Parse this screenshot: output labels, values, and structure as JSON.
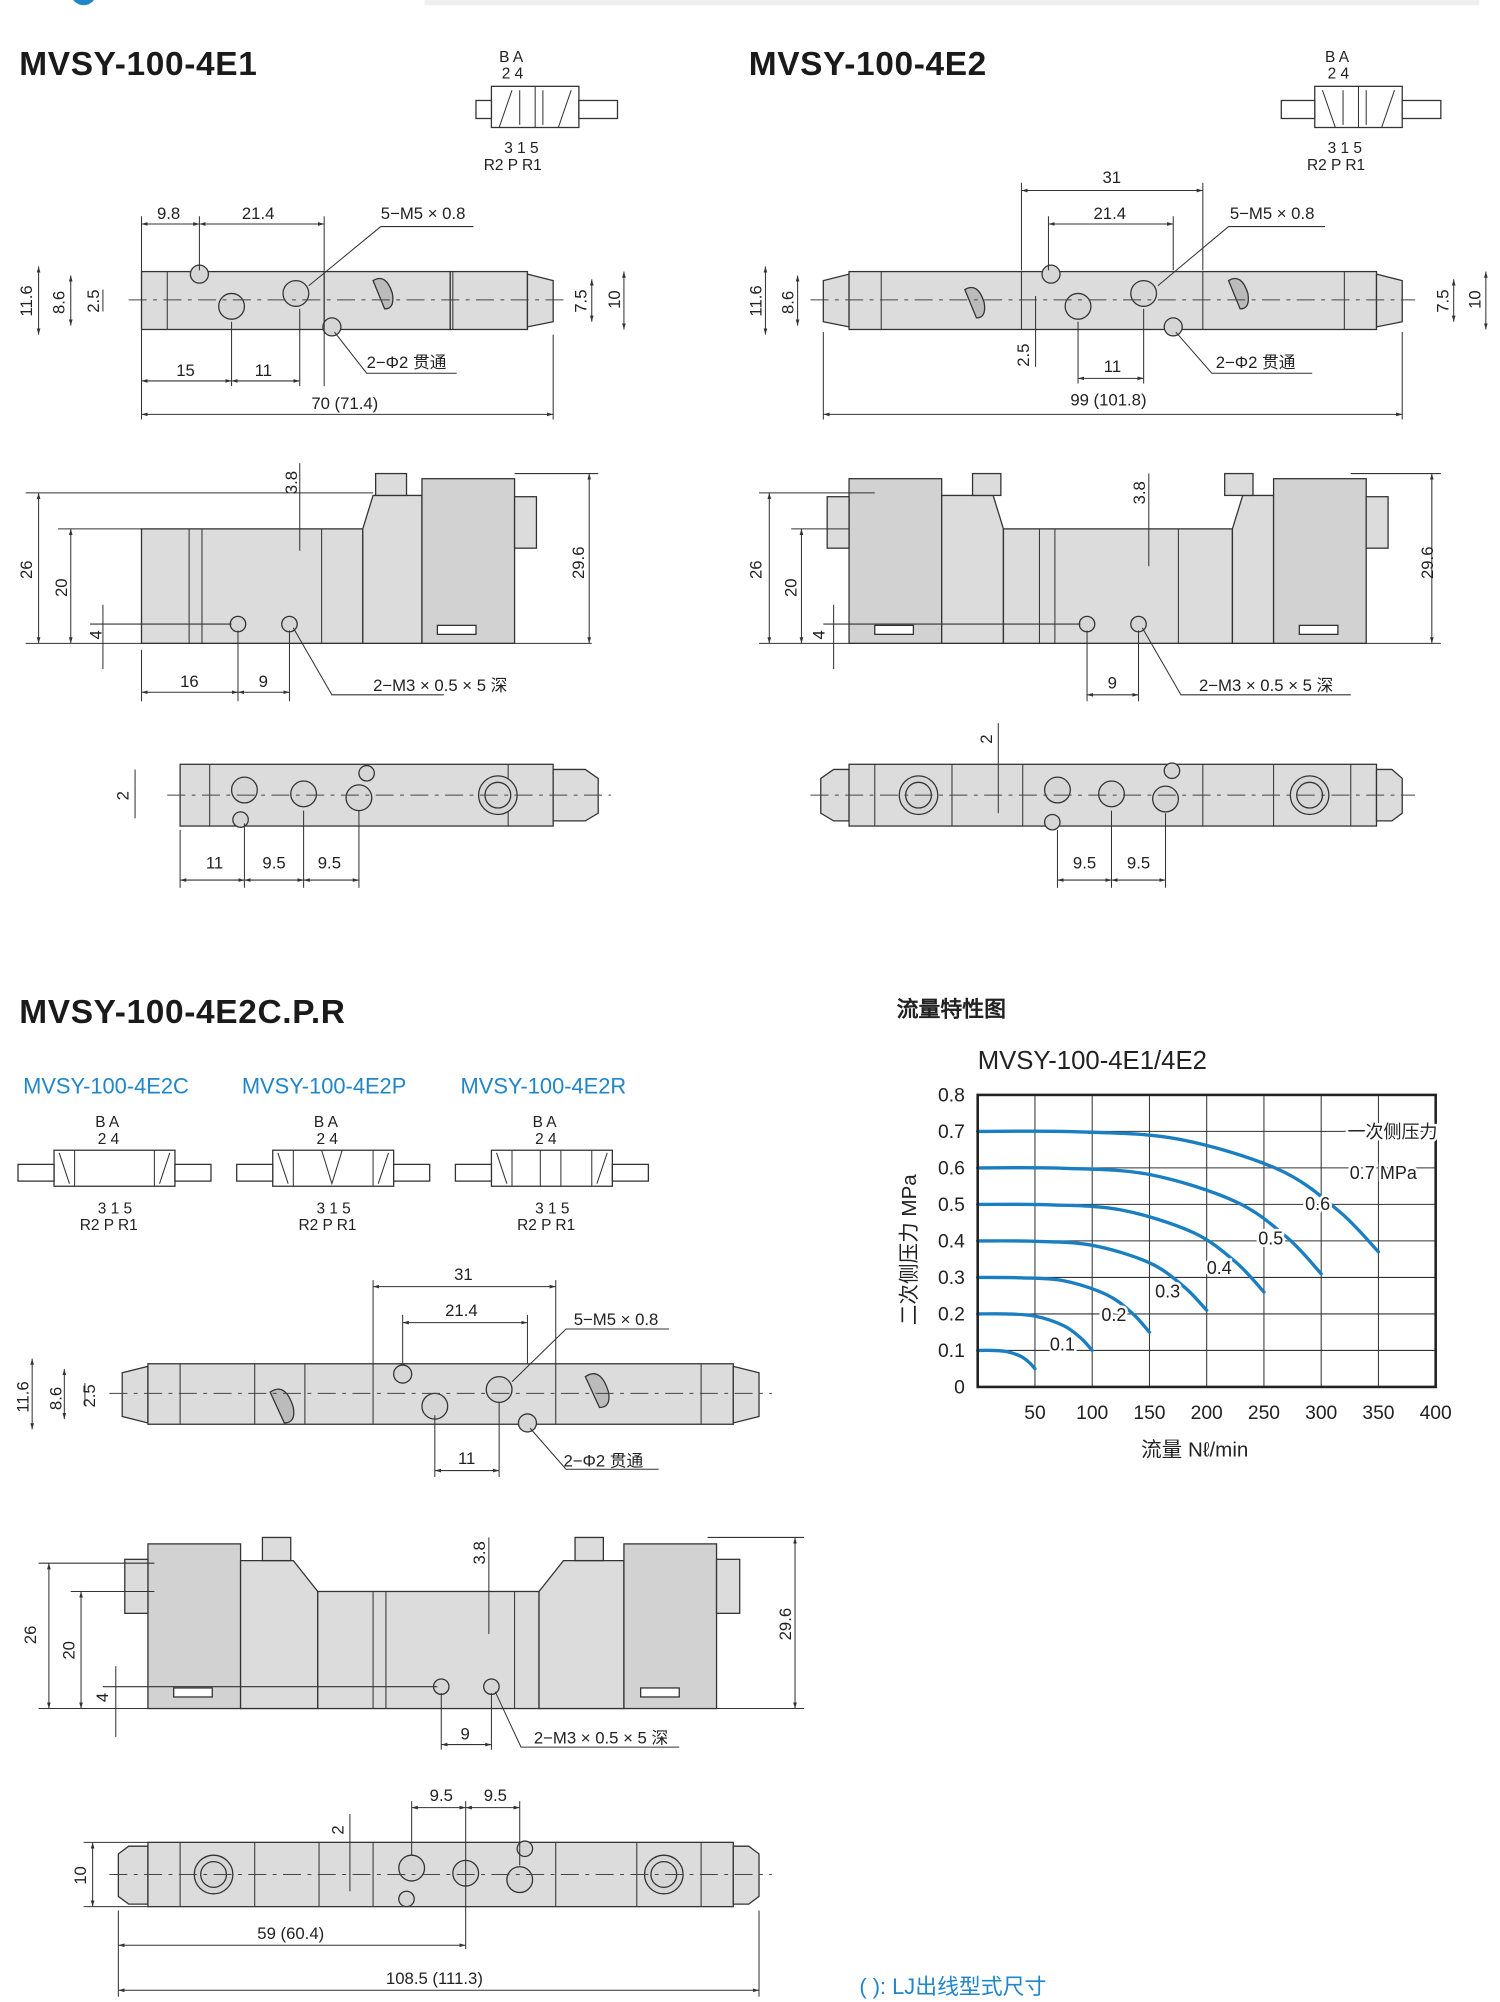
{
  "sections": {
    "e1": {
      "title": "MVSY-100-4E1",
      "symbol": {
        "top_letters": "B  A",
        "top_numbers": "2  4",
        "bottom_numbers": "3 1 5",
        "bottom_letters": "R2 P R1"
      },
      "top_view": {
        "d1": "9.8",
        "d2": "21.4",
        "thread": "5−M5 × 0.8",
        "h1": "11.6",
        "h2": "8.6",
        "h3": "2.5",
        "h4": "7.5",
        "h5": "10",
        "d3": "15",
        "d4": "11",
        "through": "2−Φ2 贯通",
        "length": "70 (71.4)"
      },
      "side_view": {
        "d1": "3.8",
        "h1": "26",
        "h2": "20",
        "h3": "4",
        "h4": "29.6",
        "d2": "16",
        "d3": "9",
        "thread": "2−M3 × 0.5 × 5 深"
      },
      "bottom_view": {
        "h1": "2",
        "d1": "11",
        "d2": "9.5",
        "d3": "9.5"
      }
    },
    "e2": {
      "title": "MVSY-100-4E2",
      "symbol": {
        "top_letters": "B  A",
        "top_numbers": "2  4",
        "bottom_numbers": "3 1 5",
        "bottom_letters": "R2 P R1"
      },
      "top_view": {
        "d0": "31",
        "d2": "21.4",
        "thread": "5−M5 × 0.8",
        "h1": "11.6",
        "h2": "8.6",
        "h3": "2.5",
        "h4": "7.5",
        "h5": "10",
        "d4": "11",
        "through": "2−Φ2 贯通",
        "length": "99 (101.8)"
      },
      "side_view": {
        "d1": "3.8",
        "h1": "26",
        "h2": "20",
        "h3": "4",
        "h4": "29.6",
        "d3": "9",
        "thread": "2−M3 × 0.5 × 5 深"
      },
      "bottom_view": {
        "h1": "2",
        "d2": "9.5",
        "d3": "9.5"
      }
    },
    "e2cpr": {
      "title": "MVSY-100-4E2C.P.R",
      "variants": [
        {
          "name": "MVSY-100-4E2C",
          "top_letters": "B  A",
          "top_numbers": "2  4",
          "bottom_numbers": "3 1 5",
          "bottom_letters": "R2 P R1"
        },
        {
          "name": "MVSY-100-4E2P",
          "top_letters": "B  A",
          "top_numbers": "2  4",
          "bottom_numbers": "3 1 5",
          "bottom_letters": "R2 P R1"
        },
        {
          "name": "MVSY-100-4E2R",
          "top_letters": "B  A",
          "top_numbers": "2  4",
          "bottom_numbers": "3 1 5",
          "bottom_letters": "R2 P R1"
        }
      ],
      "top_view": {
        "d0": "31",
        "d2": "21.4",
        "thread": "5−M5 × 0.8",
        "h1": "11.6",
        "h2": "8.6",
        "h3": "2.5",
        "d4": "11",
        "through": "2−Φ2 贯通"
      },
      "side_view": {
        "d1": "3.8",
        "h1": "26",
        "h2": "20",
        "h3": "4",
        "h4": "29.6",
        "d3": "9",
        "thread": "2−M3 × 0.5 × 5 深"
      },
      "bottom_view": {
        "d1": "9.5",
        "d2": "9.5",
        "h1": "2",
        "h2": "10",
        "l1": "59 (60.4)",
        "l2": "108.5 (111.3)"
      }
    }
  },
  "note": "( ):  LJ出线型式尺寸",
  "chart_heading": "流量特性图",
  "chart_data": {
    "type": "line",
    "title": "MVSY-100-4E1/4E2",
    "xlabel": "流量 Nℓ/min",
    "ylabel": "二次侧压力 MPa",
    "xlim": [
      0,
      400
    ],
    "ylim": [
      0,
      0.8
    ],
    "xticks": [
      "50",
      "100",
      "150",
      "200",
      "250",
      "300",
      "350",
      "400"
    ],
    "yticks": [
      "0",
      "0.1",
      "0.2",
      "0.3",
      "0.4",
      "0.5",
      "0.6",
      "0.7",
      "0.8"
    ],
    "grid": true,
    "legend_title": "一次侧压力",
    "series": [
      {
        "name": "0.1",
        "x": [
          0,
          12.5,
          25,
          37.5,
          45,
          50
        ],
        "y": [
          0.1,
          0.1,
          0.097,
          0.084,
          0.067,
          0.05
        ]
      },
      {
        "name": "0.2",
        "x": [
          0,
          25,
          50,
          75,
          90,
          100
        ],
        "y": [
          0.2,
          0.2,
          0.194,
          0.168,
          0.134,
          0.1
        ]
      },
      {
        "name": "0.3",
        "x": [
          0,
          37.5,
          75,
          112.5,
          135,
          150
        ],
        "y": [
          0.3,
          0.299,
          0.291,
          0.253,
          0.202,
          0.15
        ]
      },
      {
        "name": "0.4",
        "x": [
          0,
          50,
          100,
          150,
          180,
          200
        ],
        "y": [
          0.4,
          0.399,
          0.388,
          0.34,
          0.275,
          0.21
        ]
      },
      {
        "name": "0.5",
        "x": [
          0,
          62.5,
          125,
          187.5,
          225,
          250
        ],
        "y": [
          0.5,
          0.499,
          0.485,
          0.424,
          0.343,
          0.26
        ]
      },
      {
        "name": "0.6",
        "x": [
          0,
          75,
          150,
          225,
          270,
          300
        ],
        "y": [
          0.6,
          0.599,
          0.582,
          0.508,
          0.41,
          0.31
        ]
      },
      {
        "name": "0.7 MPa",
        "x": [
          0,
          87.5,
          175,
          262.5,
          315,
          350
        ],
        "y": [
          0.7,
          0.699,
          0.679,
          0.596,
          0.483,
          0.37
        ]
      }
    ],
    "colors": {
      "curve": "#1a7fc1"
    }
  }
}
